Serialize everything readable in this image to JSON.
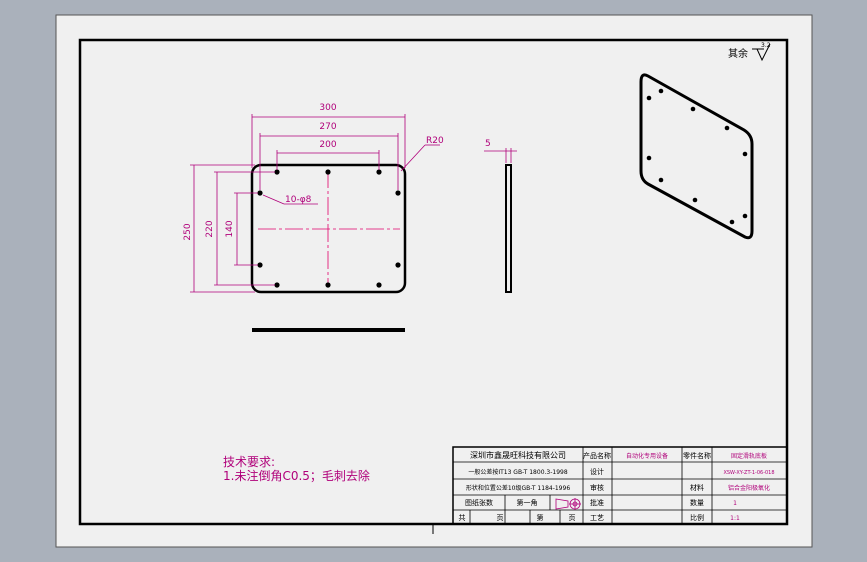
{
  "surface_finish": {
    "label": "其余",
    "value": "3.2"
  },
  "dims": {
    "width_300": "300",
    "width_270": "270",
    "width_200": "200",
    "radius": "R20",
    "height_250": "250",
    "height_220": "220",
    "height_140": "140",
    "holes": "10-φ8",
    "thickness": "5"
  },
  "tech_notes": {
    "title": "技术要求:",
    "line1": "1.未注倒角C0.5；毛刺去除"
  },
  "title_block": {
    "company": "深圳市鑫晟旺科技有限公司",
    "r1c2": "一般公差按IT13 GB-T 1800.3-1998",
    "r2c1": "形状和位置公差10级GB-T 1184-1996",
    "r3c1": "图纸张数",
    "r3c2": "第一角",
    "r4c1": "共",
    "r4c2": "页",
    "r4c3": "第",
    "r4c4": "页",
    "lbl_product_name": "产品名称",
    "lbl_design": "设计",
    "lbl_review": "审核",
    "lbl_approve": "批准",
    "lbl_process": "工艺",
    "lbl_part_name": "零件名称",
    "lbl_material": "材料",
    "lbl_quantity": "数量",
    "lbl_scale": "比例",
    "val_product": "自动化专用设备",
    "val_part": "固定滑轨底板",
    "val_drawing_no": "XSW-XY-ZT-1-06-018",
    "val_material": "铝合金阳极氧化",
    "val_quantity": "1",
    "val_scale": "1:1"
  },
  "colors": {
    "background": "#aab1bb",
    "paper": "#f0f0f0",
    "outline": "#000000",
    "dimension": "#b0007a",
    "centerline": "#e0006a",
    "note_text": "#b0007a"
  }
}
